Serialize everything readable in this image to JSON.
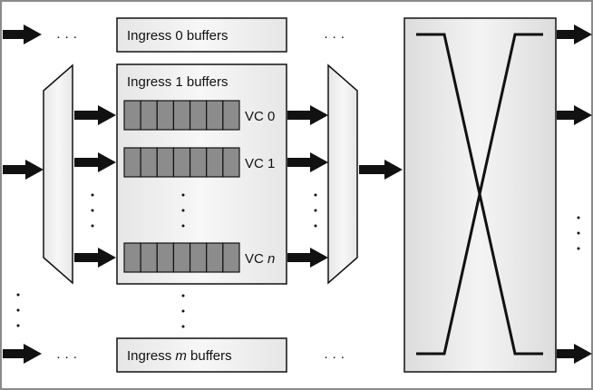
{
  "buffers": {
    "ingress0": "Ingress 0 buffers",
    "ingress1": "Ingress 1 buffers",
    "ingress_m_pre": "Ingress ",
    "ingress_m_var": "m",
    "ingress_m_post": " buffers"
  },
  "virtual_channels": {
    "vc0": "VC 0",
    "vc1": "VC 1",
    "vcn_pre": "VC ",
    "vcn_var": "n"
  },
  "queue_slots_per_vc": 7,
  "ellipsis": {
    "horizontal": "· · ·",
    "vertical": "·"
  },
  "colors": {
    "stroke": "#111111",
    "panel_fill": "#ececec",
    "queue_cell": "#8c8c8c",
    "frame": "#8a8a8a"
  }
}
